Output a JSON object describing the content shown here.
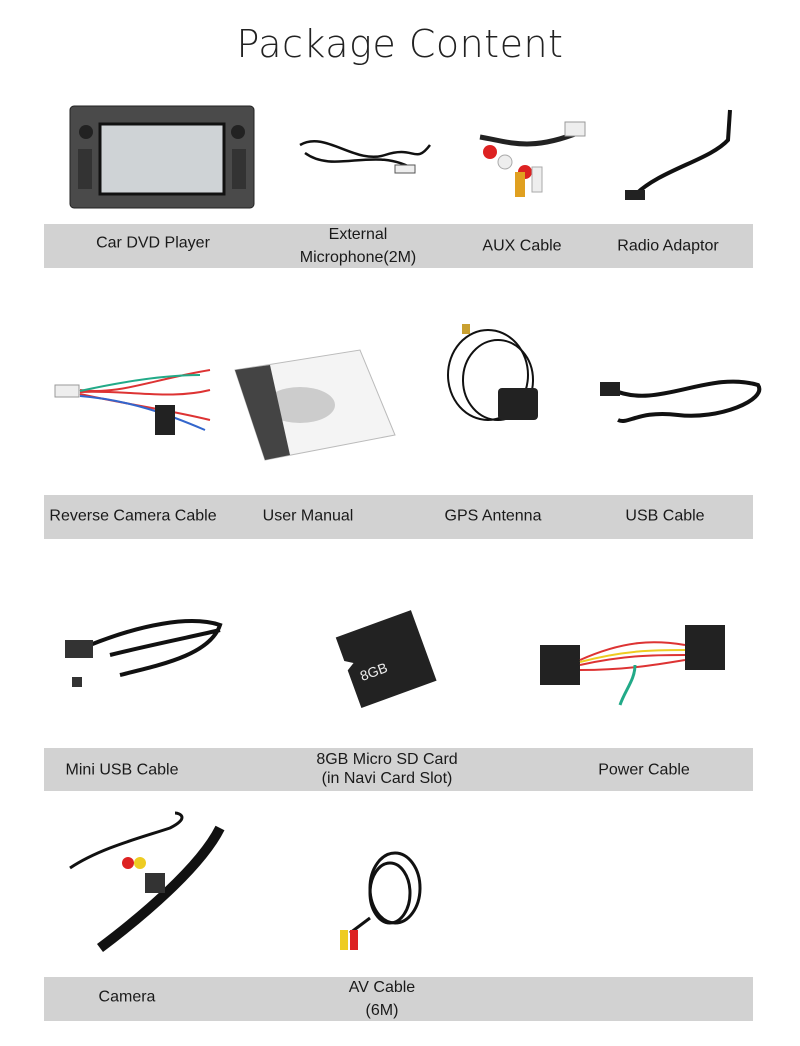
{
  "title": "Package Content",
  "items": [
    {
      "label": "Car DVD Player",
      "icon": "car-dvd-player-image"
    },
    {
      "label_line1": "External",
      "label_line2": "Microphone(2M)",
      "icon": "microphone-image"
    },
    {
      "label": "AUX Cable",
      "icon": "aux-cable-image"
    },
    {
      "label": "Radio Adaptor",
      "icon": "radio-adaptor-image"
    },
    {
      "label": "Reverse Camera Cable",
      "icon": "reverse-camera-cable-image"
    },
    {
      "label": "User Manual",
      "icon": "user-manual-image"
    },
    {
      "label": "GPS Antenna",
      "icon": "gps-antenna-image"
    },
    {
      "label": "USB Cable",
      "icon": "usb-cable-image"
    },
    {
      "label": "Mini USB Cable",
      "icon": "mini-usb-cable-image"
    },
    {
      "label_line1": "8GB Micro SD Card",
      "label_line2": "(in Navi Card Slot)",
      "icon": "micro-sd-card-image",
      "card_text": "8GB"
    },
    {
      "label": "Power Cable",
      "icon": "power-cable-image"
    },
    {
      "label": "Camera",
      "icon": "camera-image"
    },
    {
      "label_line1": "AV Cable",
      "label_line2": "(6M)",
      "icon": "av-cable-image"
    }
  ],
  "colors": {
    "label_bar": "#d2d2d2",
    "text": "#1a1a1a"
  }
}
